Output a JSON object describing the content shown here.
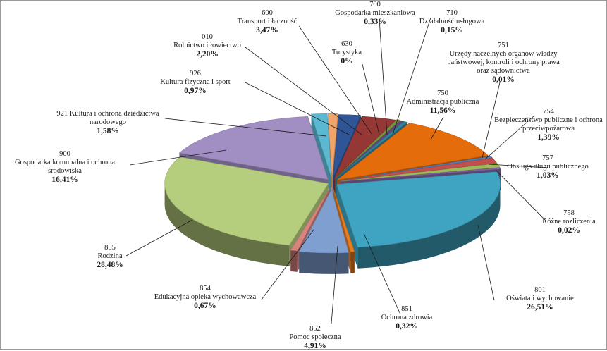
{
  "chart_data": {
    "type": "pie",
    "style": "3d-exploded",
    "slices": [
      {
        "code": "010",
        "name": "Rolnictwo i łowiectwo",
        "pct_text": "2,20%",
        "value": 2.2,
        "color": "#2F5597"
      },
      {
        "code": "600",
        "name": "Transport i łączność",
        "pct_text": "3,47%",
        "value": 3.47,
        "color": "#953735"
      },
      {
        "code": "630",
        "name": "Turystyka",
        "pct_text": "0%",
        "value": 0.0,
        "color": "#76923C"
      },
      {
        "code": "700",
        "name": "Gospodarka mieszkaniowa",
        "pct_text": "0,33%",
        "value": 0.33,
        "color": "#60497A"
      },
      {
        "code": "710",
        "name": "Działalność usługowa",
        "pct_text": "0,15%",
        "value": 0.15,
        "color": "#31859C"
      },
      {
        "code": "750",
        "name": "Administracja publiczna",
        "pct_text": "11,56%",
        "value": 11.56,
        "color": "#E46C0A"
      },
      {
        "code": "751",
        "name": "Urzędy naczelnych organów władzy państwowej, kontroli i ochrony prawa oraz sądownictwa",
        "pct_text": "0,01%",
        "value": 0.01,
        "color": "#4F81BD"
      },
      {
        "code": "754",
        "name": "Bezpieczeństwo publiczne i ochrona przeciwpożarowa",
        "pct_text": "1,39%",
        "value": 1.39,
        "color": "#C0504D"
      },
      {
        "code": "757",
        "name": "Obsługa długu publicznego",
        "pct_text": "1,03%",
        "value": 1.03,
        "color": "#9BBB59"
      },
      {
        "code": "758",
        "name": "Różne rozliczenia",
        "pct_text": "0,02%",
        "value": 0.02,
        "color": "#8064A2"
      },
      {
        "code": "801",
        "name": "Oświata i wychowanie",
        "pct_text": "26,51%",
        "value": 26.51,
        "color": "#3FA4C1"
      },
      {
        "code": "851",
        "name": "Ochrona zdrowia",
        "pct_text": "0,32%",
        "value": 0.32,
        "color": "#E87D20"
      },
      {
        "code": "852",
        "name": "Pomoc społeczna",
        "pct_text": "4,91%",
        "value": 4.91,
        "color": "#7F9FD1"
      },
      {
        "code": "854",
        "name": "Edukacyjna opieka wychowawcza",
        "pct_text": "0,67%",
        "value": 0.67,
        "color": "#D9837F"
      },
      {
        "code": "855",
        "name": "Rodzina",
        "pct_text": "28,48%",
        "value": 28.48,
        "color": "#B5CE7E"
      },
      {
        "code": "900",
        "name": "Gospodarka komunalna i ochrona środowiska",
        "pct_text": "16,41%",
        "value": 16.41,
        "color": "#A18EC2"
      },
      {
        "code": "921",
        "name": "Kultura i ochrona dziedzictwa narodowego",
        "pct_text": "1,58%",
        "value": 1.58,
        "color": "#5BB8D3"
      },
      {
        "code": "926",
        "name": "Kultura fizyczna i sport",
        "pct_text": "0,97%",
        "value": 0.97,
        "color": "#F2A56A"
      }
    ]
  }
}
